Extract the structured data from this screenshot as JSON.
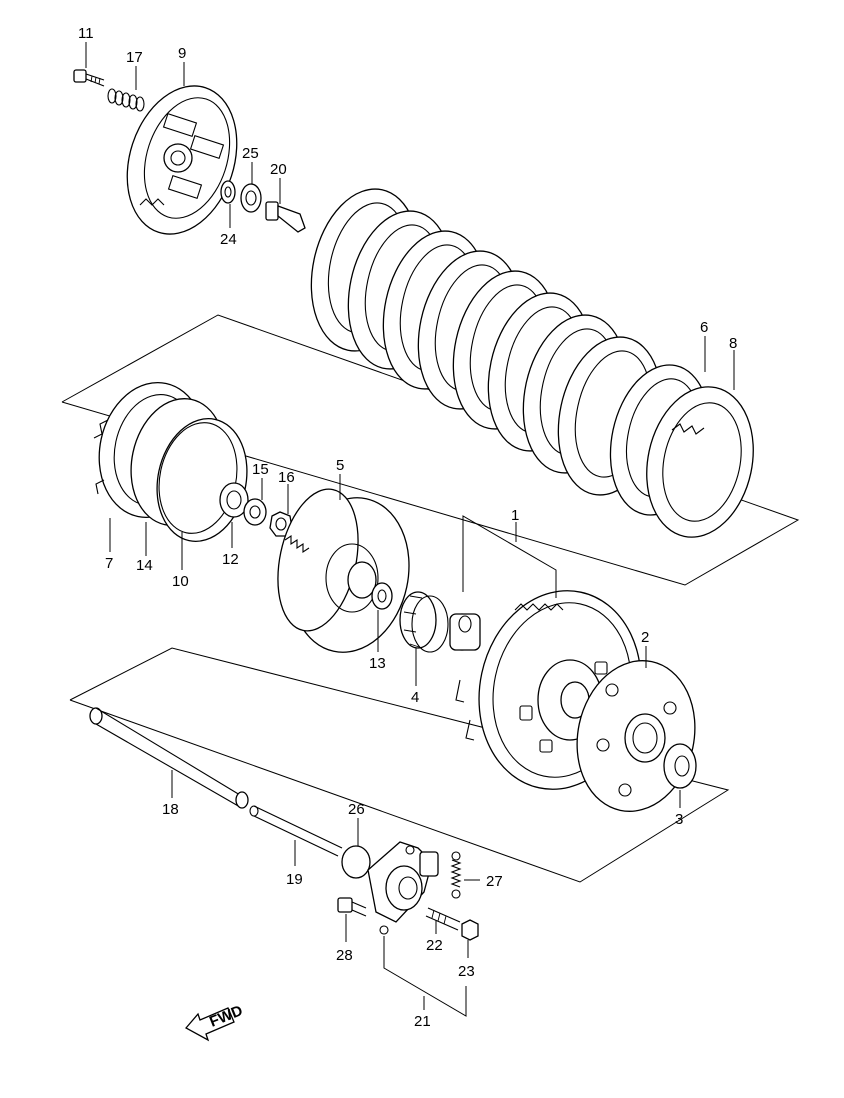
{
  "callouts": [
    {
      "id": "c1",
      "label": "1"
    },
    {
      "id": "c2",
      "label": "2"
    },
    {
      "id": "c3",
      "label": "3"
    },
    {
      "id": "c4",
      "label": "4"
    },
    {
      "id": "c5",
      "label": "5"
    },
    {
      "id": "c6",
      "label": "6"
    },
    {
      "id": "c7",
      "label": "7"
    },
    {
      "id": "c8",
      "label": "8"
    },
    {
      "id": "c9",
      "label": "9"
    },
    {
      "id": "c10",
      "label": "10"
    },
    {
      "id": "c11",
      "label": "11"
    },
    {
      "id": "c12",
      "label": "12"
    },
    {
      "id": "c13",
      "label": "13"
    },
    {
      "id": "c14",
      "label": "14"
    },
    {
      "id": "c15",
      "label": "15"
    },
    {
      "id": "c16",
      "label": "16"
    },
    {
      "id": "c17",
      "label": "17"
    },
    {
      "id": "c18",
      "label": "18"
    },
    {
      "id": "c19",
      "label": "19"
    },
    {
      "id": "c20",
      "label": "20"
    },
    {
      "id": "c21",
      "label": "21"
    },
    {
      "id": "c22",
      "label": "22"
    },
    {
      "id": "c23",
      "label": "23"
    },
    {
      "id": "c24",
      "label": "24"
    },
    {
      "id": "c25",
      "label": "25"
    },
    {
      "id": "c26",
      "label": "26"
    },
    {
      "id": "c27",
      "label": "27"
    },
    {
      "id": "c28",
      "label": "28"
    }
  ],
  "fwd_label": "FWD"
}
